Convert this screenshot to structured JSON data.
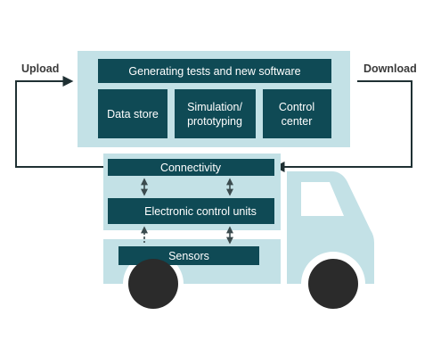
{
  "diagram": {
    "side_labels": {
      "upload": "Upload",
      "download": "Download"
    },
    "cloud": {
      "header": "Generating tests and new software",
      "modules": [
        {
          "line1": "Data store",
          "line2": ""
        },
        {
          "line1": "Simulation/",
          "line2": "prototyping"
        },
        {
          "line1": "Control",
          "line2": "center"
        }
      ]
    },
    "vehicle": {
      "connectivity": "Connectivity",
      "ecu": "Electronic control units",
      "sensors": "Sensors"
    },
    "colors": {
      "dark_teal": "#0f4a55",
      "light_blue": "#c3e1e6",
      "wheel": "#2b2b2b"
    }
  }
}
